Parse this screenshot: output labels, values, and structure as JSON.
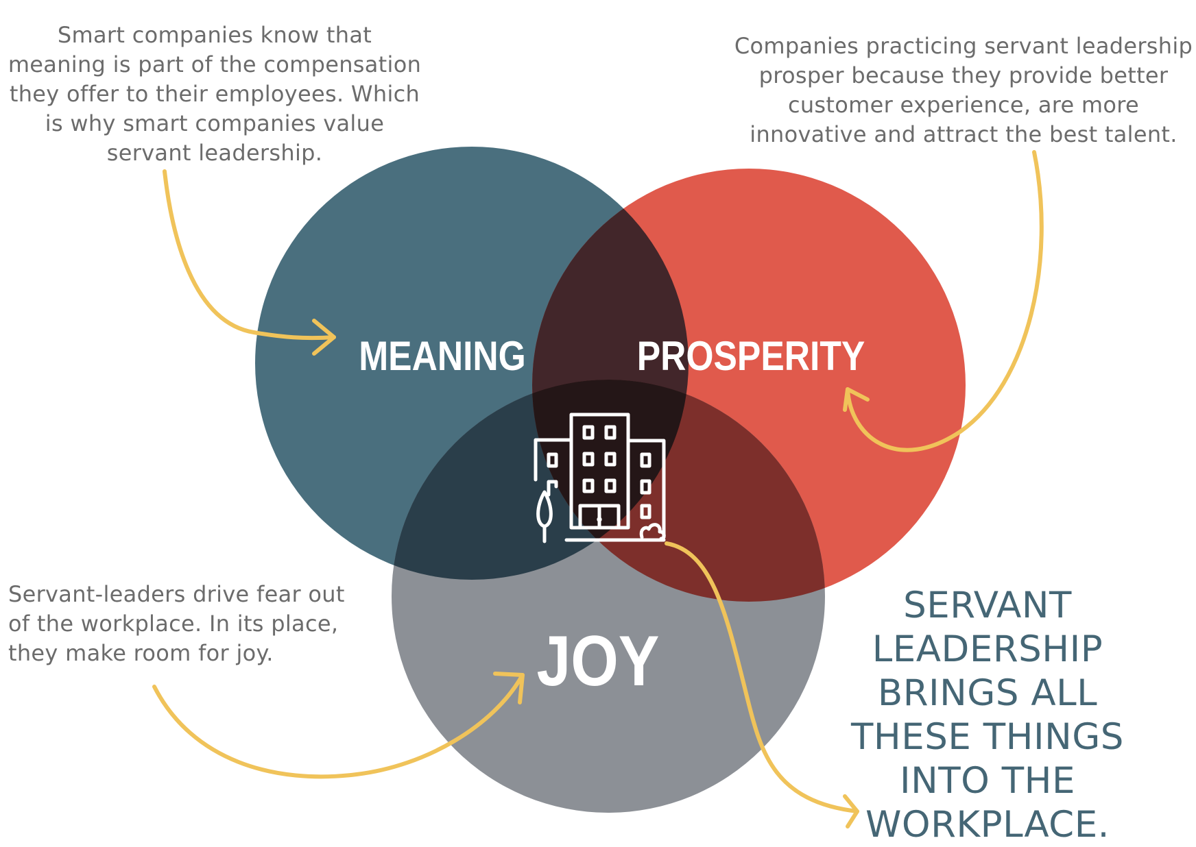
{
  "circles": {
    "meaning": {
      "label": "MEANING",
      "color": "#4a6f7e"
    },
    "prosperity": {
      "label": "PROSPERITY",
      "color": "#e05a4c"
    },
    "joy": {
      "label": "JOY",
      "color": "#8c9096"
    }
  },
  "overlap_colors": {
    "meaning_prosperity": "#42262a",
    "meaning_joy": "#2a3e4a",
    "prosperity_joy": "#7d2f2b",
    "center": "#241617"
  },
  "arrow_color": "#f0c35a",
  "center_icon": "office-building-icon",
  "notes": {
    "meaning": "Smart companies know that meaning is part of the compensation they offer to their employees. Which is why smart companies value servant leadership.",
    "prosperity": "Companies practicing servant leadership prosper because they provide better customer experience, are more innovative and attract the best talent.",
    "joy": "Servant-leaders drive fear out of the workplace. In its place, they make room for joy."
  },
  "tagline": "SERVANT LEADERSHIP BRINGS ALL THESE THINGS INTO THE WORKPLACE."
}
